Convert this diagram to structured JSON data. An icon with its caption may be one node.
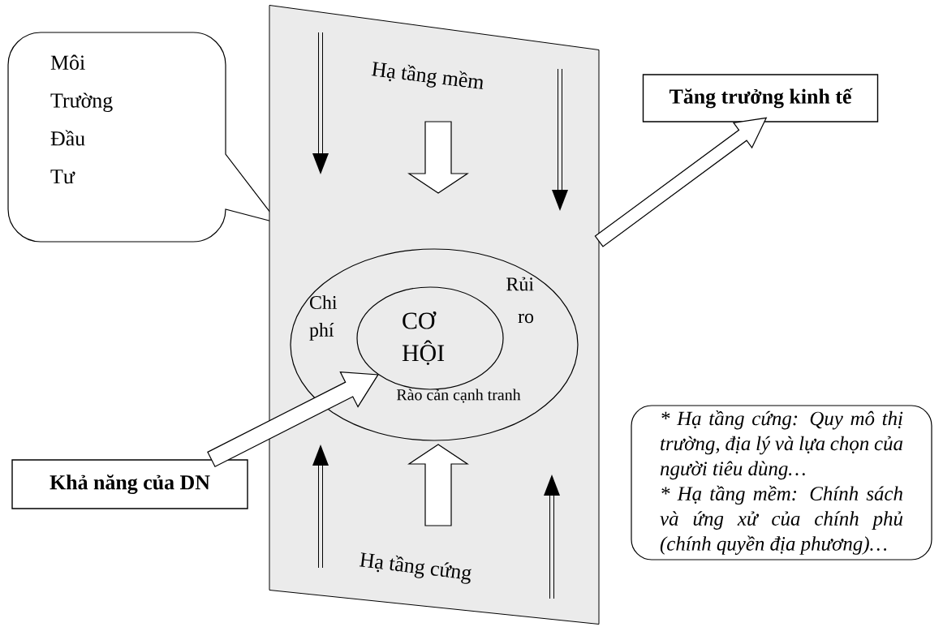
{
  "diagram": {
    "nodes": [
      {
        "text": [
          "Môi Trường Đầu Tư"
        ]
      },
      {
        "text": [
          "Hạ tầng mềm",
          "Hạ tầng cứng"
        ]
      },
      {
        "text": [
          "Chi phí",
          "Rủi ro",
          "Rào cản cạnh tranh"
        ],
        "in": 1
      },
      {
        "text": [
          "CƠ HỘI"
        ],
        "in": 2
      },
      {
        "text": [
          "Tăng trưởng kinh tế"
        ]
      },
      {
        "text": [
          "Khả năng của DN"
        ]
      },
      {
        "text": [
          "* Hạ tầng cứng: Quy mô thị trường, địa lý và lựa chọn của người tiêu dùng…",
          "* Hạ tầng mềm: Chính sách và ứng xử của chính phủ (chính quyền địa phương)…"
        ]
      }
    ],
    "edges": [
      {
        "from": 5,
        "to": 3,
        "arrow": "to"
      },
      {
        "from": 1,
        "to": 4,
        "arrow": "to"
      }
    ]
  }
}
